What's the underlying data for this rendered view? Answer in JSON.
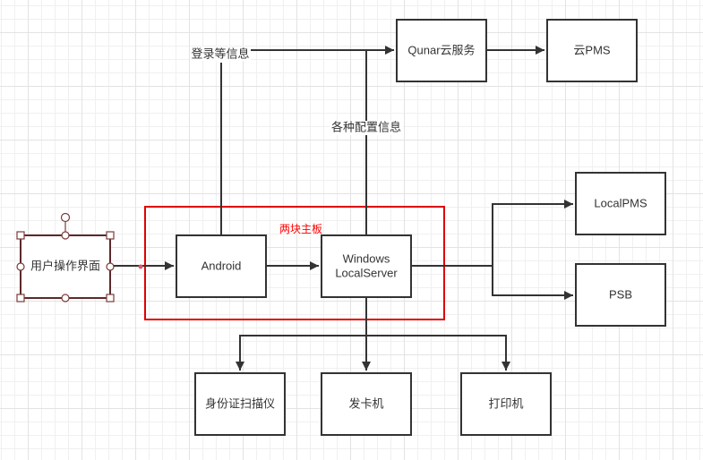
{
  "diagram": {
    "colors": {
      "stroke": "#333333",
      "group_border": "#e00000",
      "group_label": "#ff0000",
      "selection": "#7b3a3a",
      "grid_minor": "#f0f0f0",
      "grid_major": "#e3e3e3"
    },
    "group": {
      "label": "两块主板"
    },
    "nodes": {
      "user_ui": {
        "label": "用户操作界面",
        "selected": true
      },
      "android": {
        "label": "Android"
      },
      "windows": {
        "line1": "Windows",
        "line2": "LocalServer"
      },
      "qunar": {
        "label": "Qunar云服务"
      },
      "cloud_pms": {
        "label": "云PMS"
      },
      "local_pms": {
        "label": "LocalPMS"
      },
      "psb": {
        "label": "PSB"
      },
      "id_scanner": {
        "label": "身份证扫描仪"
      },
      "card_issuer": {
        "label": "发卡机"
      },
      "printer": {
        "label": "打印机"
      }
    },
    "edge_labels": {
      "login": "登录等信息",
      "config": "各种配置信息"
    },
    "edges": [
      {
        "from": "user_ui",
        "to": "android"
      },
      {
        "from": "android",
        "to": "windows"
      },
      {
        "from": "android",
        "to": "qunar",
        "label": "login"
      },
      {
        "from": "windows",
        "to": "qunar",
        "label": "config"
      },
      {
        "from": "qunar",
        "to": "cloud_pms"
      },
      {
        "from": "windows",
        "to": "local_pms"
      },
      {
        "from": "windows",
        "to": "psb"
      },
      {
        "from": "windows",
        "to": "id_scanner"
      },
      {
        "from": "windows",
        "to": "card_issuer"
      },
      {
        "from": "windows",
        "to": "printer"
      }
    ]
  }
}
